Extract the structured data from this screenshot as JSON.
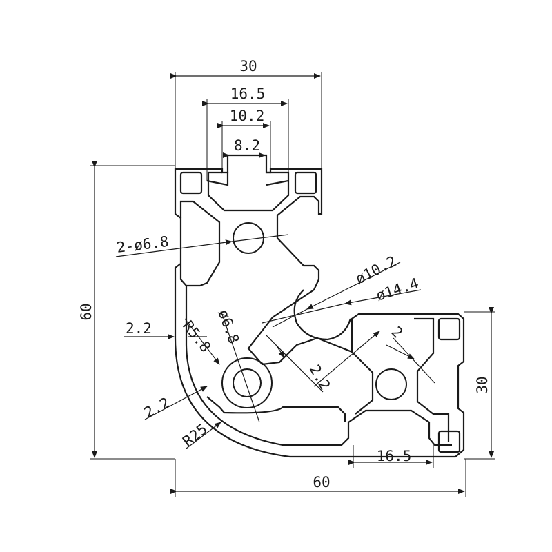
{
  "diagram": {
    "dimensions": {
      "overall_width": "60",
      "overall_height": "60",
      "top_width": "30",
      "right_height": "30",
      "slot_outer_width": "16.5",
      "slot_inner_width": "10.2",
      "slot_opening": "8.2",
      "bottom_slot_width": "16.5",
      "center_holes": "2-ø6.8",
      "corner_bore_small": "ø10.2",
      "corner_bore_large": "ø14.4",
      "wall_left": "2.2",
      "wall_lower_left": "2.2",
      "rib_thickness": "2.2",
      "web_thickness": "2",
      "fillet_radius": "R5.8",
      "corner_hole": "ø6.8",
      "outer_radius": "R25"
    }
  }
}
